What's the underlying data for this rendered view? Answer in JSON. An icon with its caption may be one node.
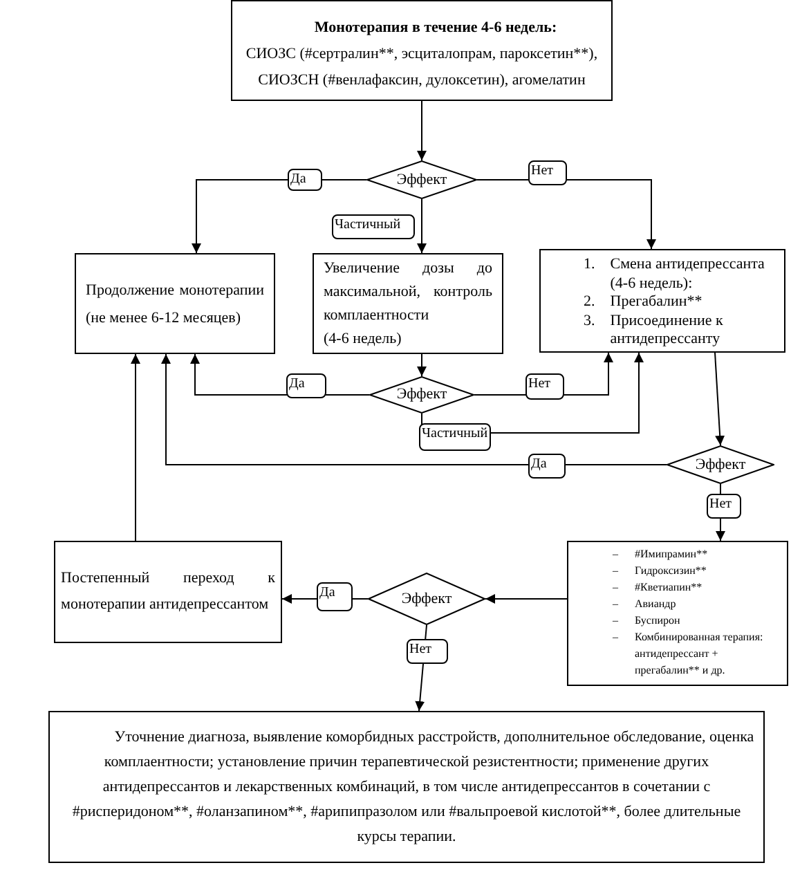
{
  "diagram": {
    "nodes": [
      {
        "text": [
          "Монотерапия в течение 4-6 недель:",
          "СИОЗС (#сертралин**, эсциталопрам, пароксетин**), СИОЗСН (#венлафаксин, дулоксетин), агомелатин"
        ]
      },
      {
        "text": [
          "Эффект"
        ]
      },
      {
        "text": [
          "Продолжение монотерапии (не менее 6-12 месяцев)"
        ]
      },
      {
        "text": [
          "Увеличение дозы до максимальной, контроль комплаентности",
          "(4-6 недель)"
        ]
      },
      {
        "text": [
          "1.",
          "Смена антидепрессанта (4-6 недель):",
          "2.",
          "Прегабалин**",
          "3.",
          "Присоединение к антидепрессанту"
        ]
      },
      {
        "text": [
          "Эффект"
        ]
      },
      {
        "text": [
          "Эффект"
        ]
      },
      {
        "text": [
          "Постепенный переход к монотерапии антидепрессантом"
        ]
      },
      {
        "text": [
          "–",
          "#Имипрамин**",
          "–",
          "Гидроксизин**",
          "–",
          "#Кветиапин**",
          "–",
          "Авиандр",
          "–",
          "Буспирон",
          "–",
          "Комбинированная терапия: антидепрессант + прегабалин** и др."
        ]
      },
      {
        "text": [
          "Эффект"
        ]
      },
      {
        "text": [
          "Уточнение диагноза, выявление коморбидных расстройств, дополнительное обследование, оценка комплаентности; установление причин терапевтической резистентности; применение других антидепрессантов и лекарственных комбинаций, в том числе антидепрессантов в сочетании с #рисперидоном**, #оланзапином**, #арипипразолом или #вальпроевой кислотой**, более длительные курсы терапии."
        ]
      }
    ],
    "edges": [
      {
        "from": 0,
        "to": 1,
        "arrow": "to"
      },
      {
        "from": 1,
        "to": 2,
        "arrow": "to",
        "label": "Да"
      },
      {
        "from": 1,
        "to": 3,
        "arrow": "to",
        "label": "Частичный"
      },
      {
        "from": 1,
        "to": 4,
        "arrow": "to",
        "label": "Нет"
      },
      {
        "from": 3,
        "to": 5,
        "arrow": "to"
      },
      {
        "from": 5,
        "to": 2,
        "arrow": "to",
        "label": "Да"
      },
      {
        "from": 5,
        "to": 4,
        "arrow": "to",
        "label": "Нет"
      },
      {
        "from": 5,
        "to": 4,
        "arrow": "to",
        "label": "Частичный"
      },
      {
        "from": 4,
        "to": 6,
        "arrow": "to"
      },
      {
        "from": 6,
        "to": 2,
        "arrow": "to",
        "label": "Да"
      },
      {
        "from": 6,
        "to": 8,
        "arrow": "to",
        "label": "Нет"
      },
      {
        "from": 7,
        "to": 2,
        "arrow": "to"
      },
      {
        "from": 8,
        "to": 9,
        "arrow": "to"
      },
      {
        "from": 9,
        "to": 7,
        "arrow": "to",
        "label": "Да"
      },
      {
        "from": 9,
        "to": 10,
        "arrow": "to",
        "label": "Нет"
      }
    ]
  }
}
